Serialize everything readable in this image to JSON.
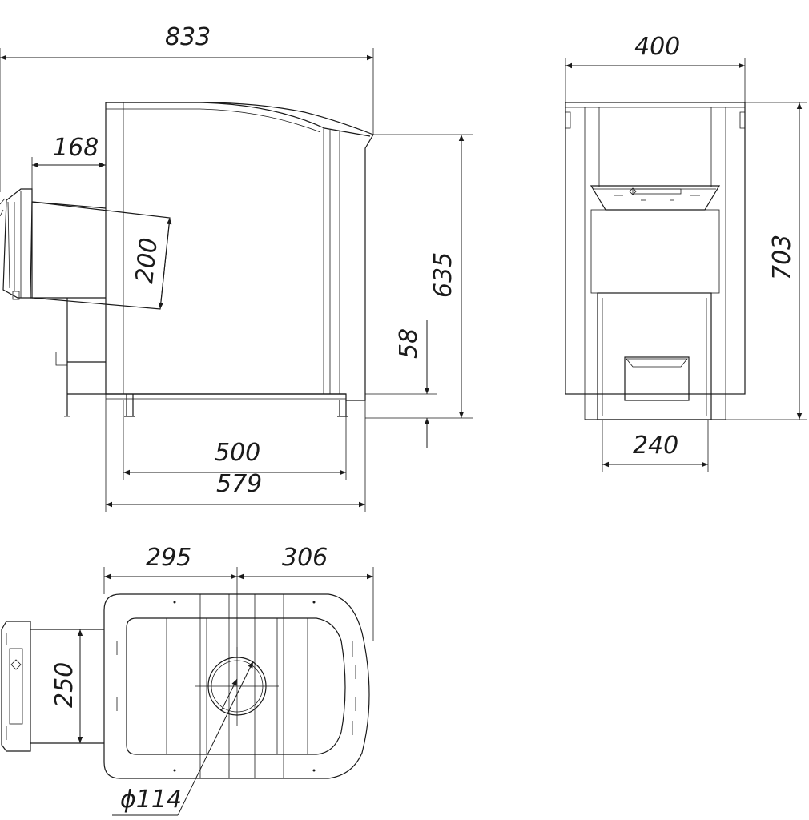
{
  "drawing": {
    "front_view": {
      "overall_width": "833",
      "chimney_offset": "168",
      "chimney_pipe_height": "200",
      "height_to_flue": "635",
      "leg_height": "58",
      "body_depth_inner": "500",
      "body_depth_outer": "579"
    },
    "side_view": {
      "width": "400",
      "total_height": "703",
      "door_width": "240"
    },
    "top_view": {
      "left_segment": "295",
      "right_segment": "306",
      "pipe_length": "250",
      "flue_diameter": "ϕ114"
    }
  }
}
